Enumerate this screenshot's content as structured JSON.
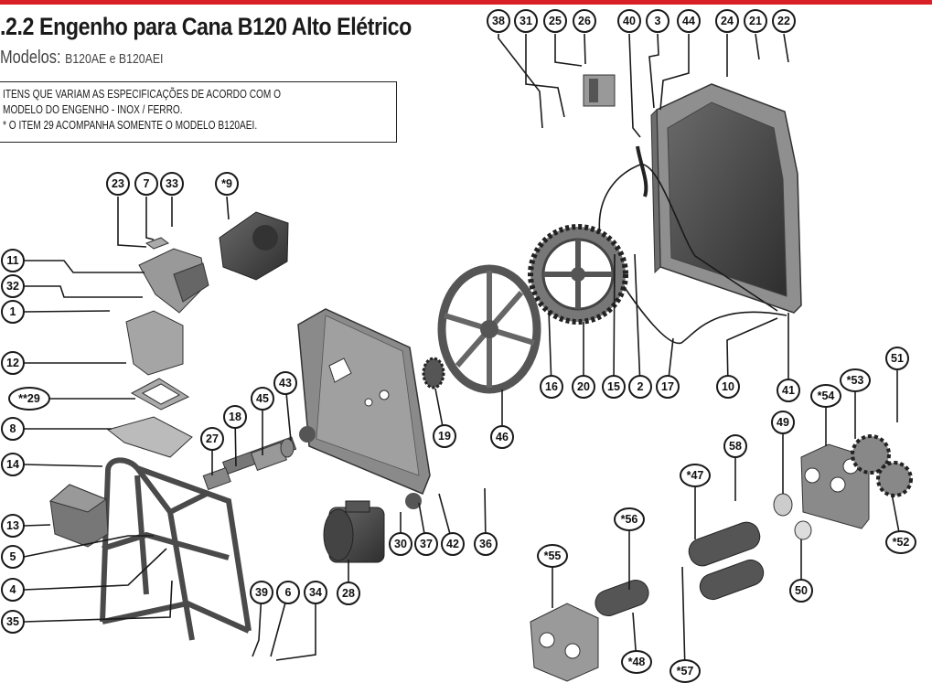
{
  "header": {
    "title": ".2.2 Engenho para Cana B120  Alto Elétrico",
    "subtitle_word": "Modelos:",
    "subtitle_models": "B120AE e B120AEI",
    "accent_color": "#d92027"
  },
  "notes": {
    "line1": "ITENS QUE VARIAM AS ESPECIFICAÇÕES DE ACORDO COM O",
    "line2": "MODELO DO ENGENHO - INOX / FERRO.",
    "line3_marker": "*",
    "line3": "* O ITEM 29 ACOMPANHA SOMENTE O MODELO B120AEI."
  },
  "callouts": [
    {
      "id": "38",
      "label": "38"
    },
    {
      "id": "31",
      "label": "31"
    },
    {
      "id": "25",
      "label": "25"
    },
    {
      "id": "26",
      "label": "26"
    },
    {
      "id": "40",
      "label": "40"
    },
    {
      "id": "3",
      "label": "3"
    },
    {
      "id": "44",
      "label": "44"
    },
    {
      "id": "24",
      "label": "24"
    },
    {
      "id": "21",
      "label": "21"
    },
    {
      "id": "22",
      "label": "22"
    },
    {
      "id": "23",
      "label": "23"
    },
    {
      "id": "7",
      "label": "7"
    },
    {
      "id": "33",
      "label": "33"
    },
    {
      "id": "9",
      "label": "*9"
    },
    {
      "id": "11",
      "label": "11"
    },
    {
      "id": "32",
      "label": "32"
    },
    {
      "id": "1",
      "label": "1"
    },
    {
      "id": "12",
      "label": "12"
    },
    {
      "id": "29",
      "label": "**29"
    },
    {
      "id": "8",
      "label": "8"
    },
    {
      "id": "14",
      "label": "14"
    },
    {
      "id": "13",
      "label": "13"
    },
    {
      "id": "5",
      "label": "5"
    },
    {
      "id": "4",
      "label": "4"
    },
    {
      "id": "35",
      "label": "35"
    },
    {
      "id": "27",
      "label": "27"
    },
    {
      "id": "18",
      "label": "18"
    },
    {
      "id": "45",
      "label": "45"
    },
    {
      "id": "43",
      "label": "43"
    },
    {
      "id": "19",
      "label": "19"
    },
    {
      "id": "46",
      "label": "46"
    },
    {
      "id": "16",
      "label": "16"
    },
    {
      "id": "20",
      "label": "20"
    },
    {
      "id": "15",
      "label": "15"
    },
    {
      "id": "2",
      "label": "2"
    },
    {
      "id": "17",
      "label": "17"
    },
    {
      "id": "10",
      "label": "10"
    },
    {
      "id": "41",
      "label": "41"
    },
    {
      "id": "28",
      "label": "28"
    },
    {
      "id": "39",
      "label": "39"
    },
    {
      "id": "6",
      "label": "6"
    },
    {
      "id": "34",
      "label": "34"
    },
    {
      "id": "30",
      "label": "30"
    },
    {
      "id": "37",
      "label": "37"
    },
    {
      "id": "42",
      "label": "42"
    },
    {
      "id": "36",
      "label": "36"
    },
    {
      "id": "54",
      "label": "*54"
    },
    {
      "id": "53",
      "label": "*53"
    },
    {
      "id": "51",
      "label": "51"
    },
    {
      "id": "49",
      "label": "49"
    },
    {
      "id": "58",
      "label": "58"
    },
    {
      "id": "47",
      "label": "*47"
    },
    {
      "id": "56",
      "label": "*56"
    },
    {
      "id": "55",
      "label": "*55"
    },
    {
      "id": "52",
      "label": "*52"
    },
    {
      "id": "50",
      "label": "50"
    },
    {
      "id": "57",
      "label": "*57"
    },
    {
      "id": "48",
      "label": "*48"
    }
  ]
}
